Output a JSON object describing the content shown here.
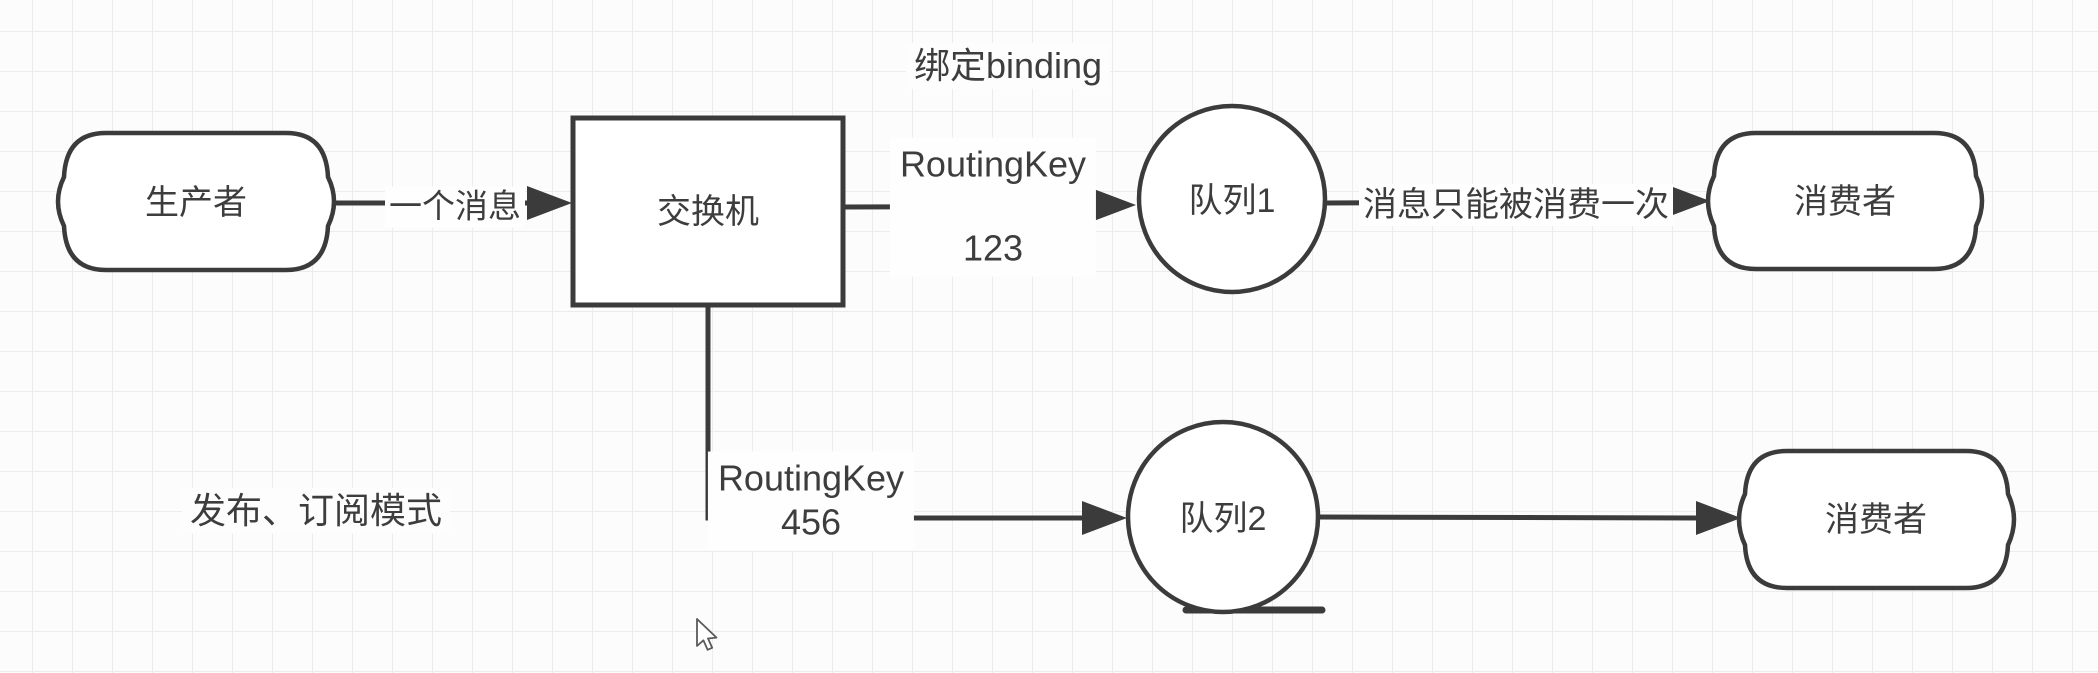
{
  "diagram": {
    "caption": "发布、订阅模式",
    "binding_label": "绑定binding",
    "nodes": {
      "producer": {
        "label": "生产者"
      },
      "exchange": {
        "label": "交换机"
      },
      "queue1": {
        "label": "队列1"
      },
      "queue2": {
        "label": "队列2"
      },
      "consumer1": {
        "label": "消费者"
      },
      "consumer2": {
        "label": "消费者"
      }
    },
    "edges": {
      "producer_to_exchange": {
        "label": "一个消息"
      },
      "exchange_to_queue1": {
        "key_label": "RoutingKey",
        "key_value": "123"
      },
      "exchange_to_queue2": {
        "key_label": "RoutingKey",
        "key_value": "456"
      },
      "queue1_to_consumer1": {
        "label": "消息只能被消费一次"
      }
    },
    "colors": {
      "stroke": "#3b3b3b",
      "text": "#3d3d3d",
      "grid": "#ececec",
      "background": "#fcfcfc",
      "shape_fill": "#ffffff"
    }
  }
}
